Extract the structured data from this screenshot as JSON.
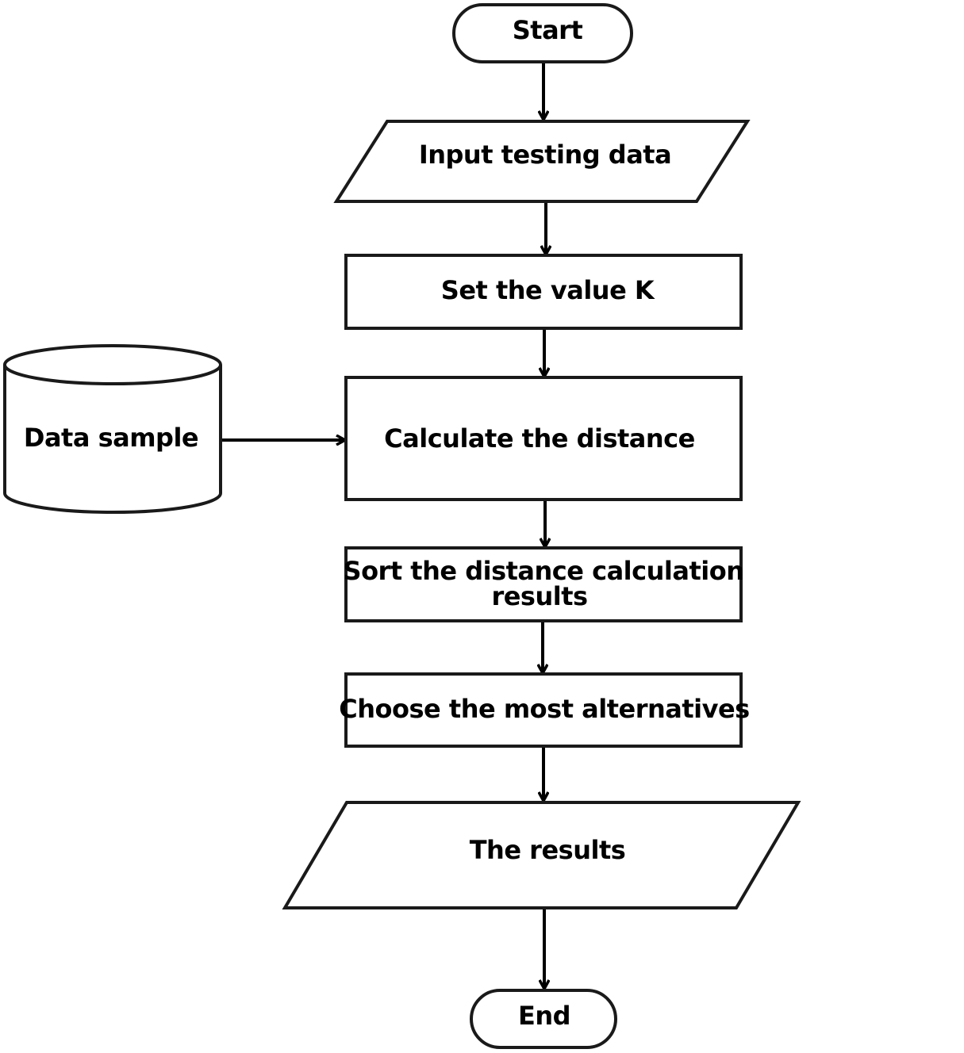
{
  "nodes": {
    "start": {
      "label": "Start",
      "shape": "terminator"
    },
    "input": {
      "label": "Input testing data",
      "shape": "data"
    },
    "set_k": {
      "label": "Set the value K",
      "shape": "process"
    },
    "calc": {
      "label": "Calculate the distance",
      "shape": "process"
    },
    "sort": {
      "label_line1": "Sort the distance calculation",
      "label_line2": "results",
      "shape": "process"
    },
    "choose": {
      "label": "Choose the most alternatives",
      "shape": "process"
    },
    "results": {
      "label": "The results",
      "shape": "data"
    },
    "end": {
      "label": "End",
      "shape": "terminator"
    },
    "data_sample": {
      "label": "Data sample",
      "shape": "database"
    }
  },
  "edges": [
    {
      "from": "start",
      "to": "input"
    },
    {
      "from": "input",
      "to": "set_k"
    },
    {
      "from": "set_k",
      "to": "calc"
    },
    {
      "from": "data_sample",
      "to": "calc"
    },
    {
      "from": "calc",
      "to": "sort"
    },
    {
      "from": "sort",
      "to": "choose"
    },
    {
      "from": "choose",
      "to": "results"
    },
    {
      "from": "results",
      "to": "end"
    }
  ]
}
